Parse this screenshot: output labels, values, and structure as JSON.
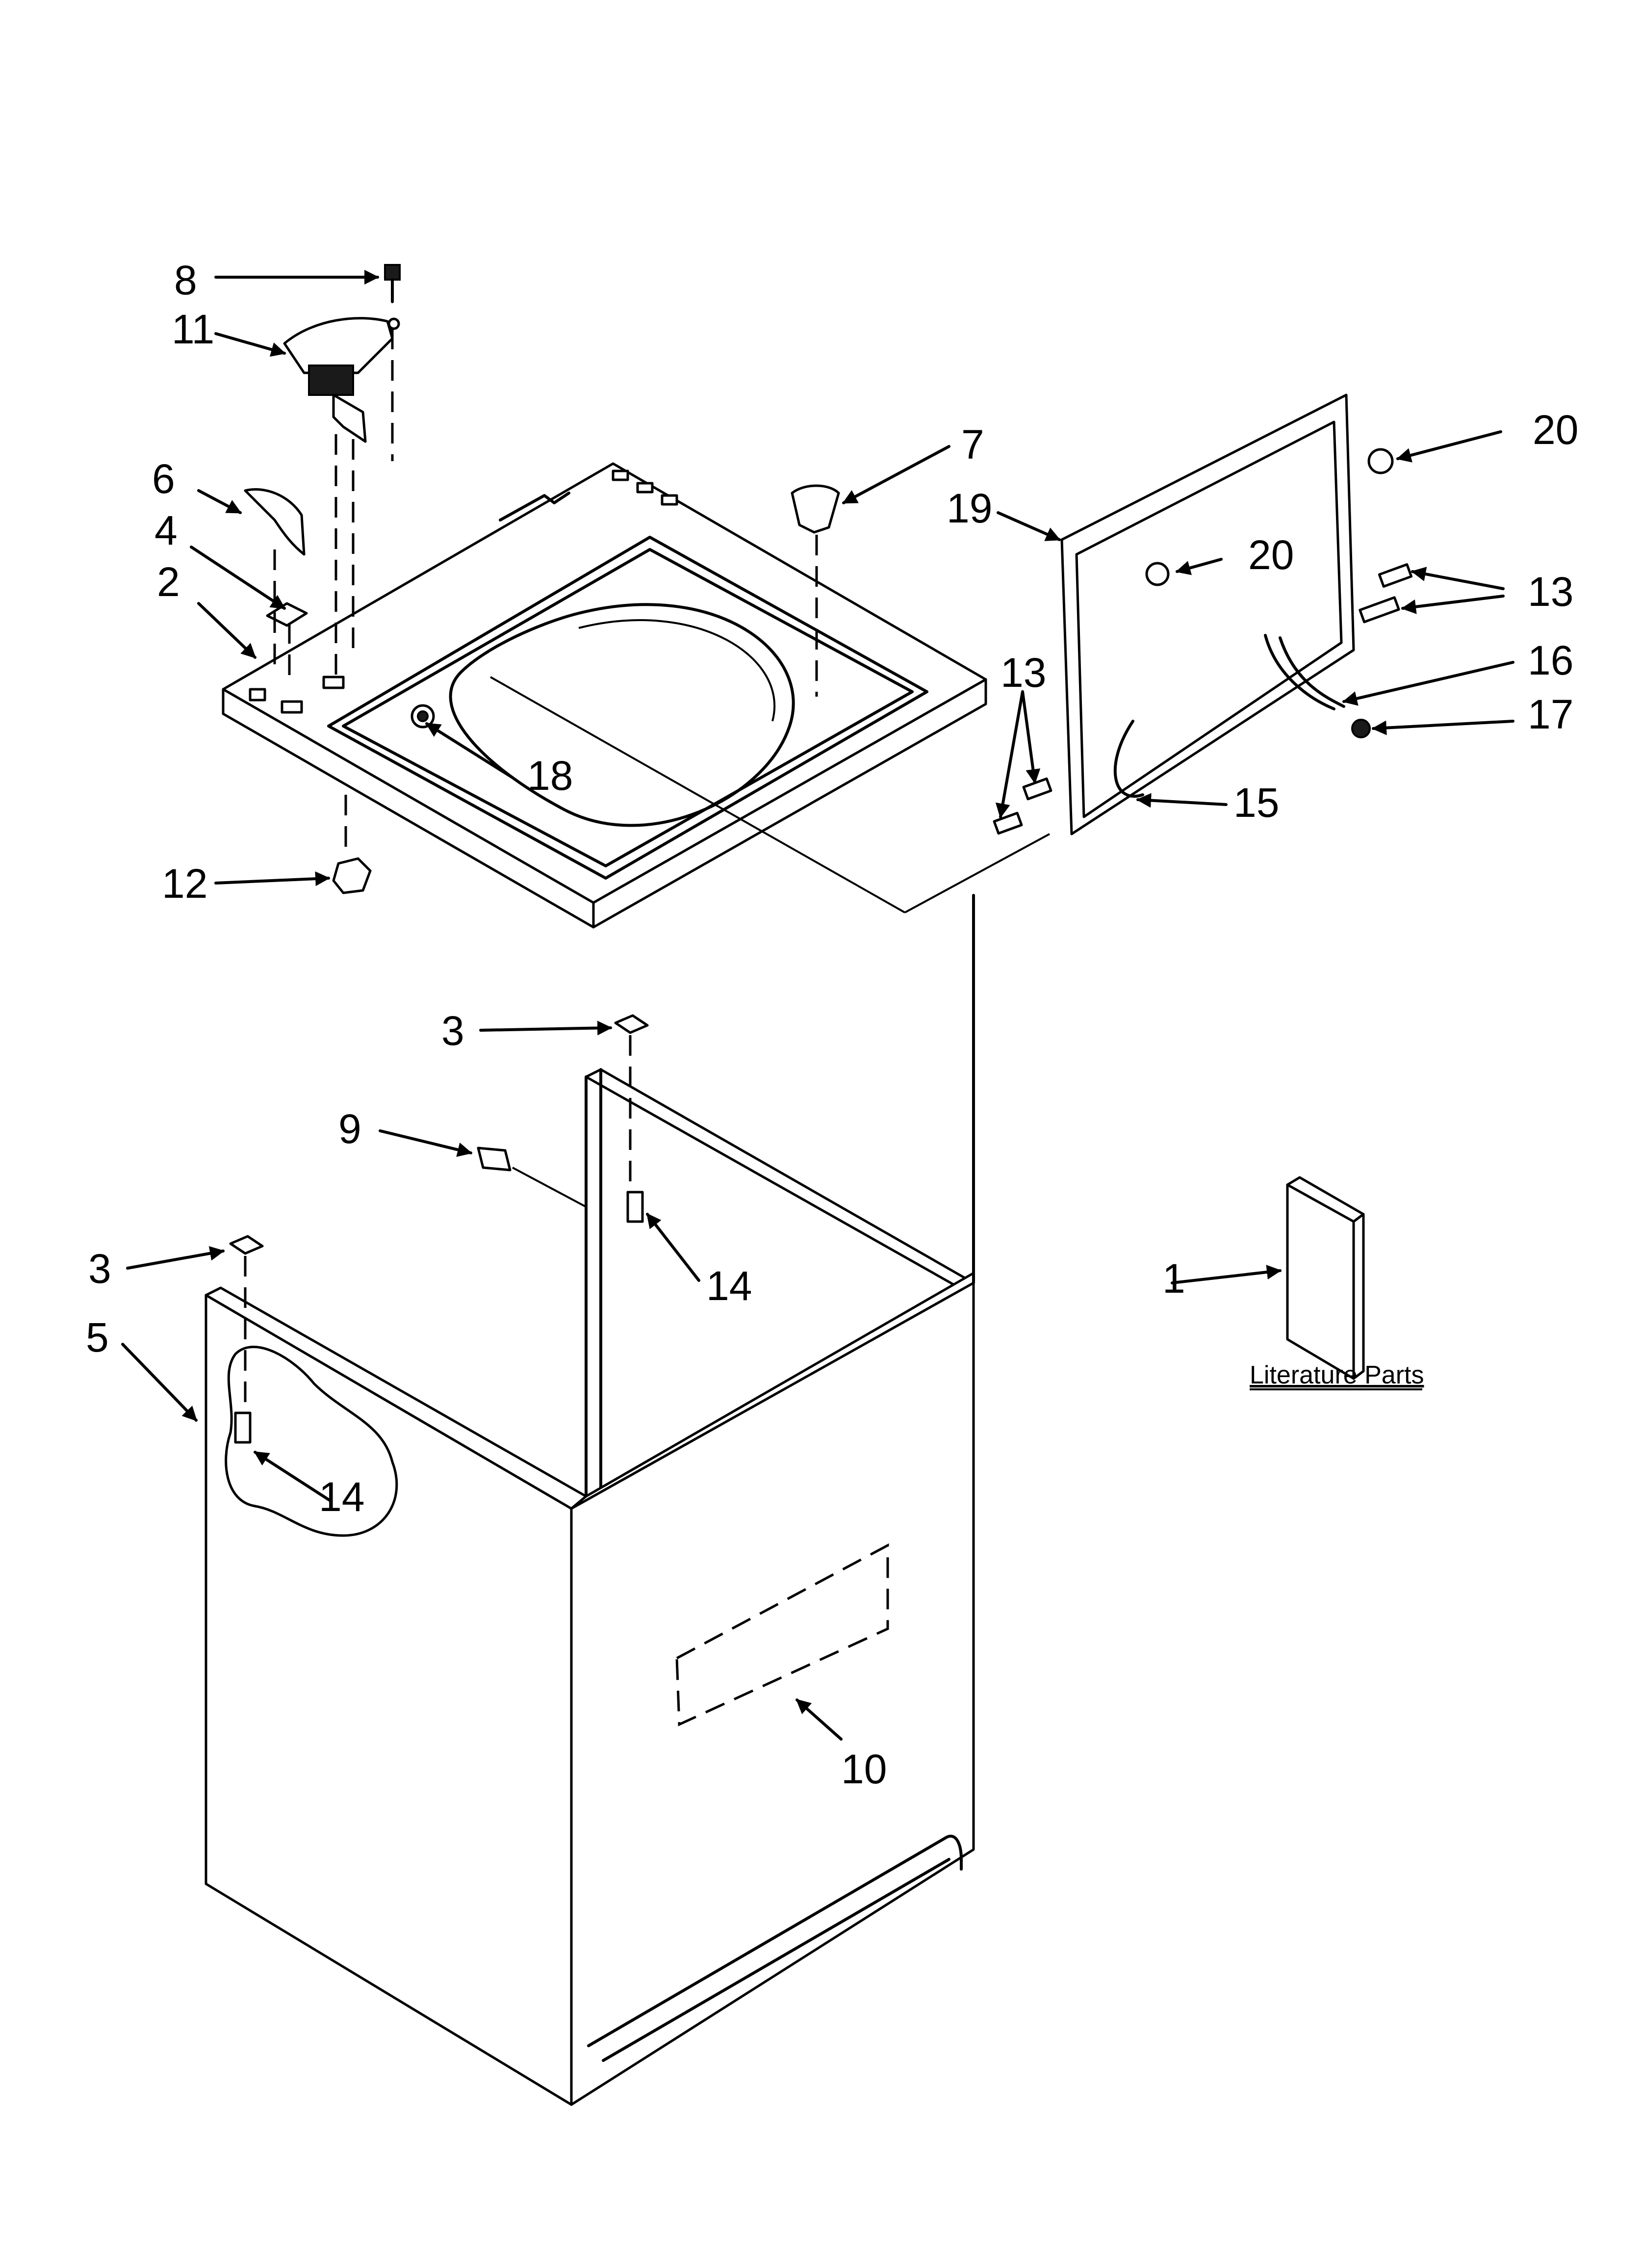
{
  "callouts": {
    "c1": "1",
    "c2": "2",
    "c3a": "3",
    "c3b": "3",
    "c4": "4",
    "c5": "5",
    "c6": "6",
    "c7": "7",
    "c8": "8",
    "c9": "9",
    "c10": "10",
    "c11": "11",
    "c12": "12",
    "c13a": "13",
    "c13b": "13",
    "c14a": "14",
    "c14b": "14",
    "c15": "15",
    "c16": "16",
    "c17": "17",
    "c18": "18",
    "c19": "19",
    "c20a": "20",
    "c20b": "20"
  },
  "literature_label": "Literature Parts"
}
